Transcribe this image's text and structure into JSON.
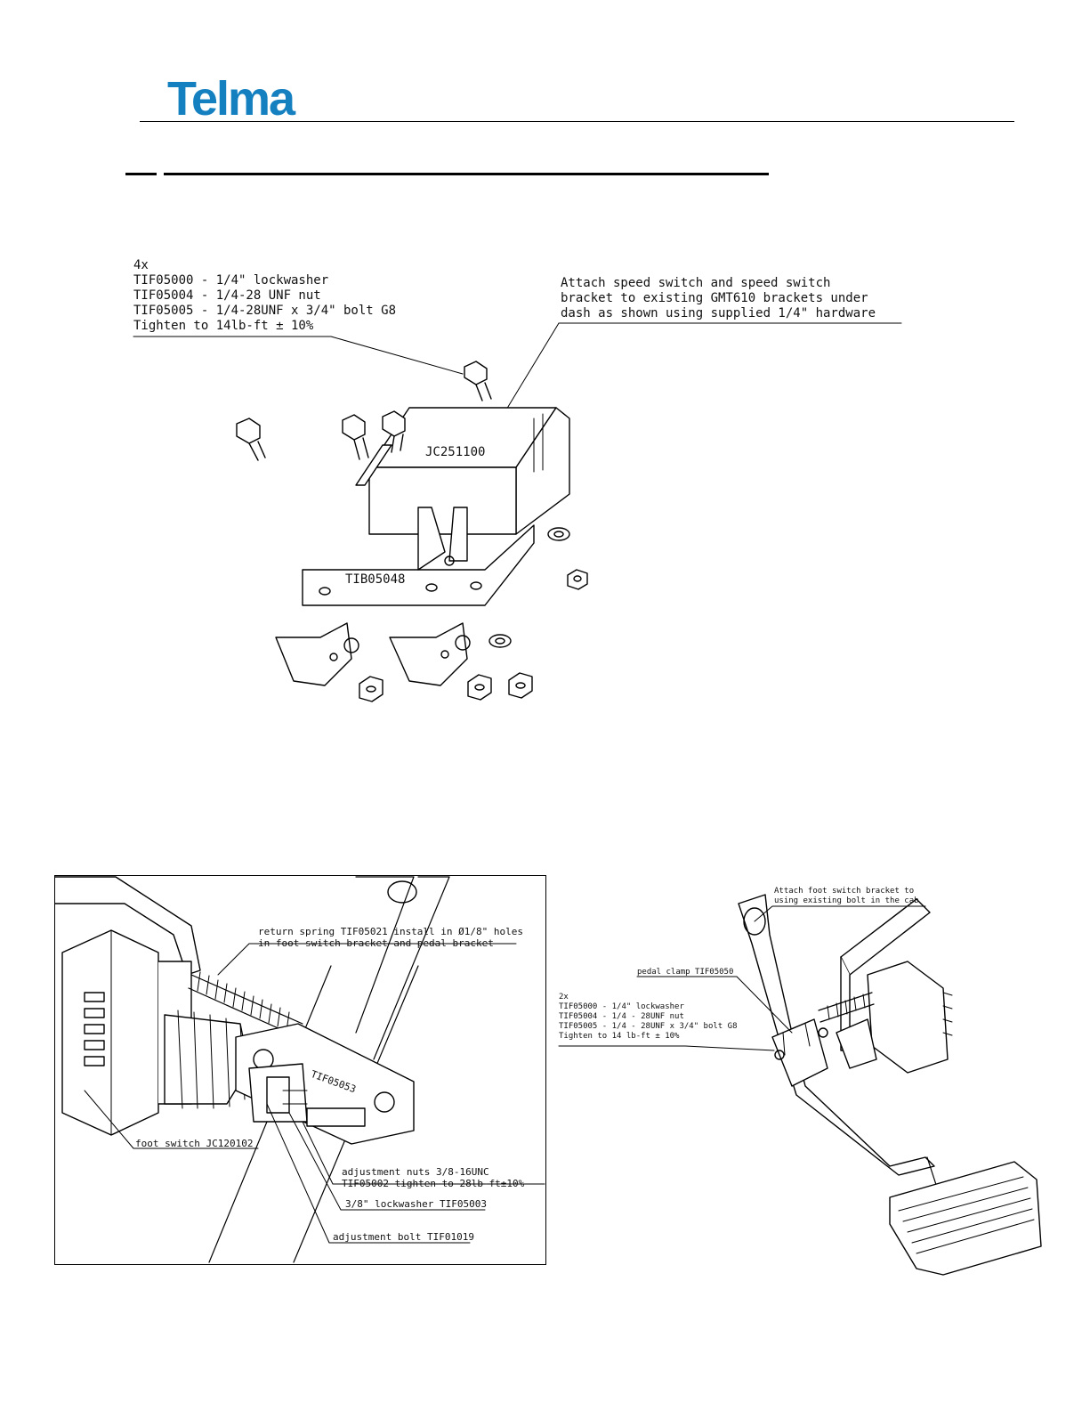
{
  "header": {
    "logo_text": "Telma",
    "brand_color": "#1580c0"
  },
  "figure_top": {
    "hardware_callout": [
      "4x",
      "TIF05000 - 1/4\" lockwasher",
      "TIF05004 - 1/4-28 UNF nut",
      "TIF05005 - 1/4-28UNF x 3/4\" bolt G8",
      "Tighten to 14lb-ft ± 10%"
    ],
    "instruction_callout": [
      "Attach speed switch and speed switch",
      "bracket to existing GMT610 brackets under",
      "dash as shown using supplied 1/4\" hardware"
    ],
    "part_labels": {
      "speed_switch": "JC251100",
      "bracket": "TIB05048"
    }
  },
  "figure_left": {
    "return_spring_callout": [
      "return spring TIF05021 install in Ø1/8\" holes",
      "in foot switch bracket and pedal bracket"
    ],
    "foot_switch_callout": "foot switch JC120102",
    "plate_label": "TIF05053",
    "adjustment_nuts_callout": [
      "adjustment nuts 3/8-16UNC",
      "TIF05002 tighten to 28lb-ft±10%"
    ],
    "lockwasher_callout": "3/8\" lockwasher TIF05003",
    "adjustment_bolt_callout": "adjustment bolt TIF01019"
  },
  "figure_right": {
    "bracket_callout": [
      "Attach foot switch bracket to",
      "using existing bolt in the cab"
    ],
    "pedal_clamp_callout": "pedal clamp TIF05050",
    "hardware_callout": [
      "2x",
      "TIF05000 - 1/4\" lockwasher",
      "TIF05004 - 1/4 - 28UNF nut",
      "TIF05005 - 1/4 - 28UNF x 3/4\" bolt G8",
      "Tighten to 14 lb-ft ± 10%"
    ]
  }
}
